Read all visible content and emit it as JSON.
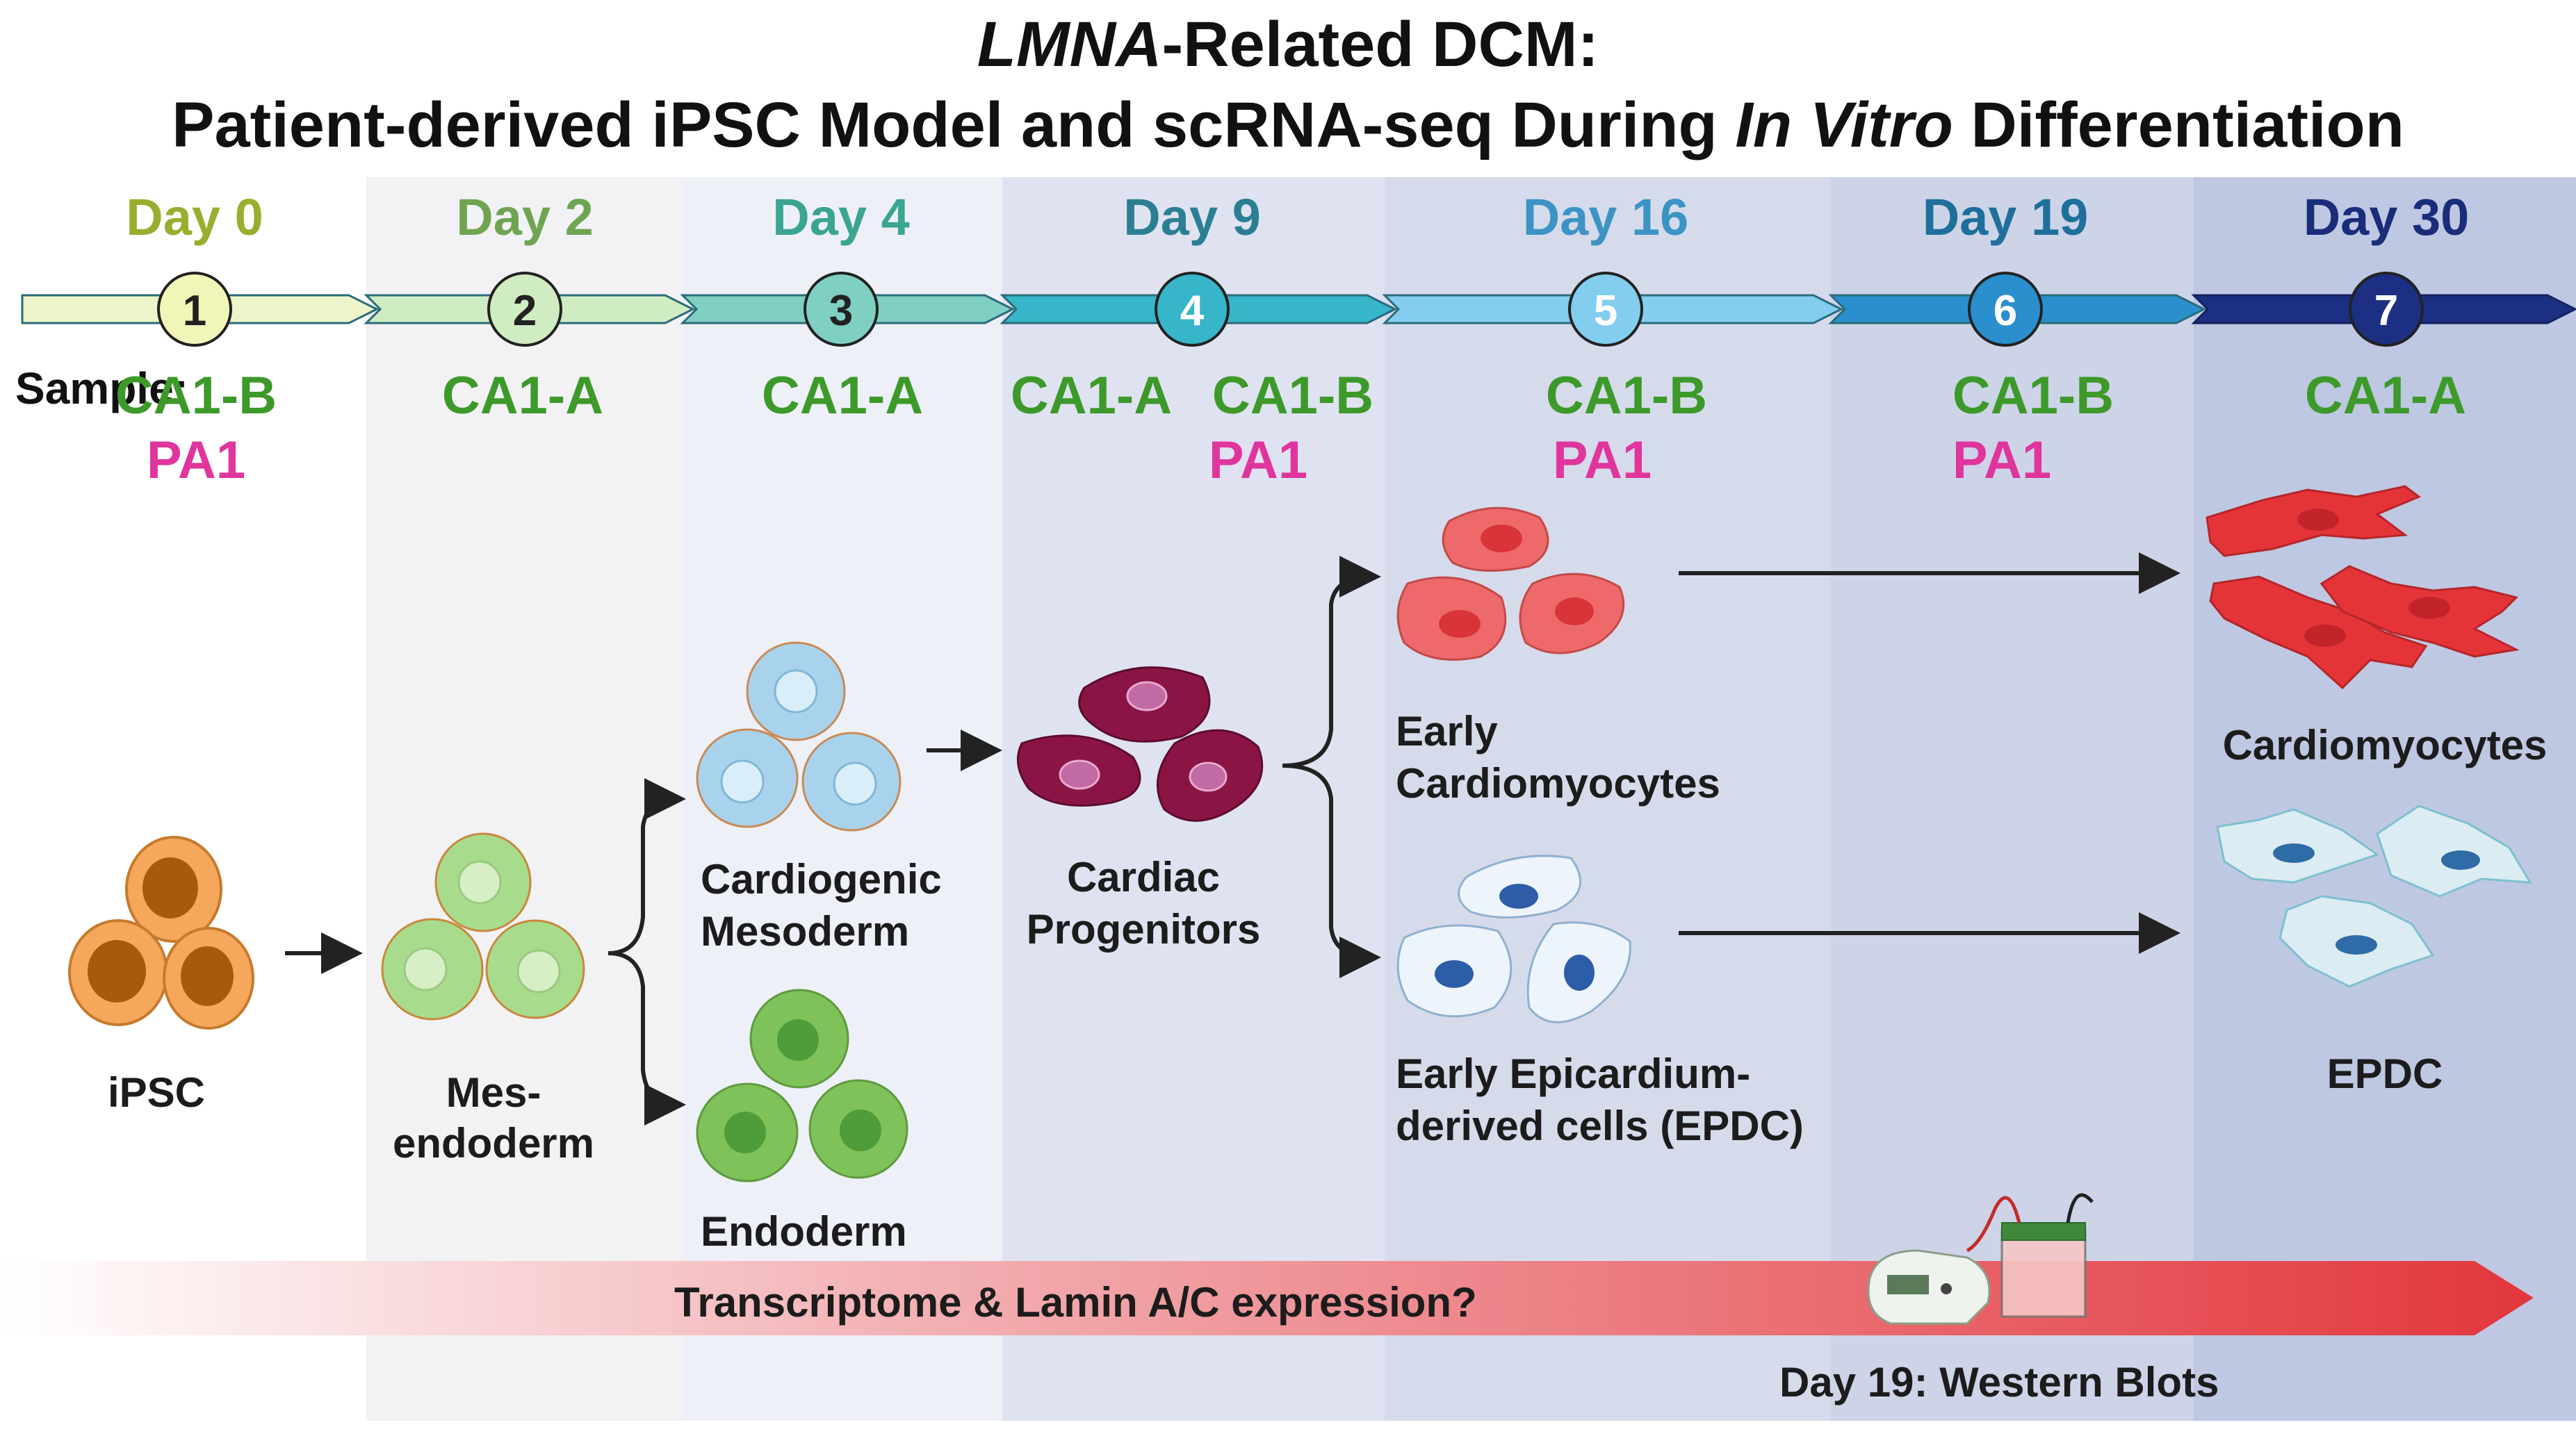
{
  "title": {
    "line1_italic": "LMNA",
    "line1_rest": "-Related DCM:",
    "line2_pre": "Patient-derived iPSC Model and scRNA-seq During ",
    "line2_italic": "In Vitro",
    "line2_post": " Differentiation"
  },
  "sample_label": "Sample:",
  "stages": [
    {
      "day": "Day 0",
      "num": "1",
      "color": "#9aad2f",
      "circle": "#f2f5b8",
      "samples": [
        "CA1-B"
      ],
      "pa": "PA1"
    },
    {
      "day": "Day 2",
      "num": "2",
      "color": "#6fa552",
      "circle": "#cfecc2",
      "samples": [
        "CA1-A"
      ],
      "pa": ""
    },
    {
      "day": "Day 4",
      "num": "3",
      "color": "#3aa590",
      "circle": "#7fd0c2",
      "samples": [
        "CA1-A"
      ],
      "pa": ""
    },
    {
      "day": "Day 9",
      "num": "4",
      "color": "#2b7f93",
      "circle": "#36b6c8",
      "samples": [
        "CA1-A",
        "CA1-B"
      ],
      "pa": "PA1"
    },
    {
      "day": "Day 16",
      "num": "5",
      "color": "#3b94c4",
      "circle": "#83cdef",
      "samples": [
        "CA1-B"
      ],
      "pa": "PA1"
    },
    {
      "day": "Day 19",
      "num": "6",
      "color": "#1f6f9c",
      "circle": "#2a8fcc",
      "samples": [
        "CA1-B"
      ],
      "pa": "PA1"
    },
    {
      "day": "Day 30",
      "num": "7",
      "color": "#1a2d7a",
      "circle": "#1c2f82",
      "samples": [
        "CA1-A"
      ],
      "pa": ""
    }
  ],
  "cells": {
    "ipsc": "iPSC",
    "mesendo_1": "Mes-",
    "mesendo_2": "endoderm",
    "cardiogenic_1": "Cardiogenic",
    "cardiogenic_2": "Mesoderm",
    "endoderm": "Endoderm",
    "progenitors_1": "Cardiac",
    "progenitors_2": "Progenitors",
    "early_cm_1": "Early",
    "early_cm_2": "Cardiomyocytes",
    "early_epdc_1": "Early Epicardium-",
    "early_epdc_2": "derived cells (EPDC)",
    "cm": "Cardiomyocytes",
    "epdc": "EPDC"
  },
  "bottom_bar": "Transcriptome & Lamin A/C expression?",
  "western": "Day 19: Western Blots",
  "colors": {
    "green_sample": "#3d9a2a",
    "pink_sample": "#e0359d",
    "bar_red": "#e2373d"
  }
}
